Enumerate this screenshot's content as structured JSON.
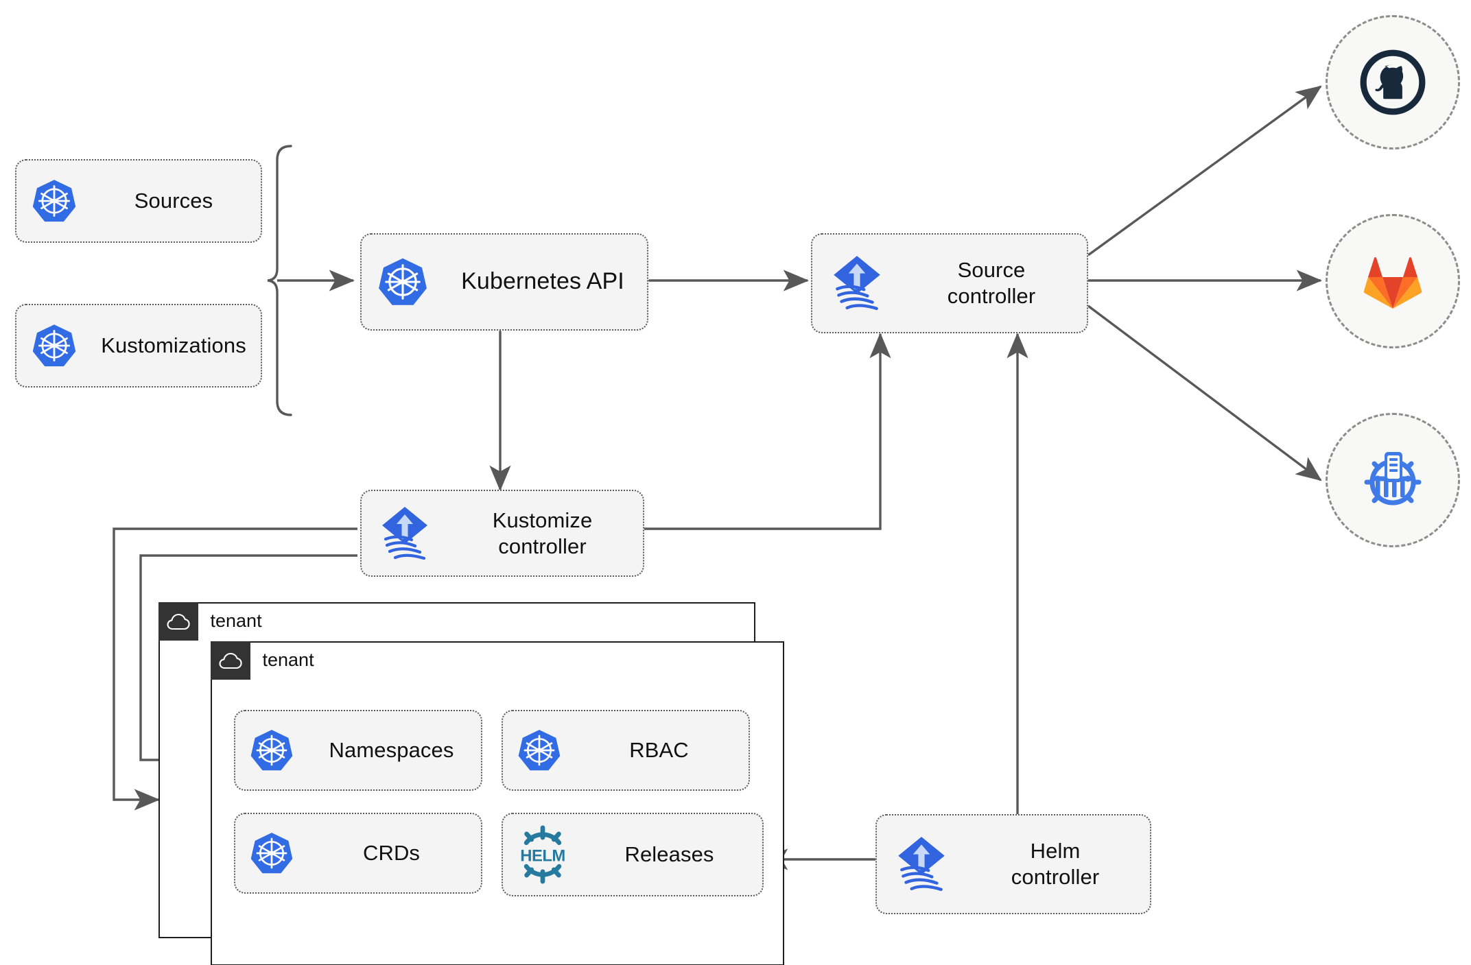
{
  "diagram": {
    "title": "Flux GitOps multi-tenancy architecture",
    "colors": {
      "kubernetes_blue": "#326ce5",
      "flux_blue": "#3264e0",
      "helm_teal": "#277a9f",
      "github_dark": "#17293b",
      "gitlab_orange": "#e24329",
      "gitlab_amber": "#fca326",
      "node_fill": "#f4f4f4",
      "node_border": "#5a5a5a",
      "edge": "#585858",
      "tenant_bar": "#333333"
    },
    "nodes": [
      {
        "id": "sources",
        "label": "Sources",
        "icon": "kubernetes-icon"
      },
      {
        "id": "kustomizations",
        "label": "Kustomizations",
        "icon": "kubernetes-icon"
      },
      {
        "id": "kubernetes-api",
        "label": "Kubernetes API",
        "icon": "kubernetes-icon"
      },
      {
        "id": "source-controller",
        "label": "Source\ncontroller",
        "line1": "Source",
        "line2": "controller",
        "icon": "flux-icon"
      },
      {
        "id": "kustomize-controller",
        "label": "Kustomize\ncontroller",
        "line1": "Kustomize",
        "line2": "controller",
        "icon": "flux-icon"
      },
      {
        "id": "helm-controller",
        "label": "Helm\ncontroller",
        "line1": "Helm",
        "line2": "controller",
        "icon": "flux-icon"
      },
      {
        "id": "namespaces",
        "label": "Namespaces",
        "icon": "kubernetes-icon"
      },
      {
        "id": "rbac",
        "label": "RBAC",
        "icon": "kubernetes-icon"
      },
      {
        "id": "crds",
        "label": "CRDs",
        "icon": "kubernetes-icon"
      },
      {
        "id": "releases",
        "label": "Releases",
        "icon": "helm-icon"
      }
    ],
    "endpoints": [
      {
        "id": "github",
        "icon": "github-icon"
      },
      {
        "id": "gitlab",
        "icon": "gitlab-icon"
      },
      {
        "id": "helm-repo",
        "icon": "helm-repository-icon"
      }
    ],
    "tenants": [
      {
        "id": "tenant-back",
        "label": "tenant",
        "icon": "cloud-icon"
      },
      {
        "id": "tenant-front",
        "label": "tenant",
        "icon": "cloud-icon"
      }
    ]
  }
}
